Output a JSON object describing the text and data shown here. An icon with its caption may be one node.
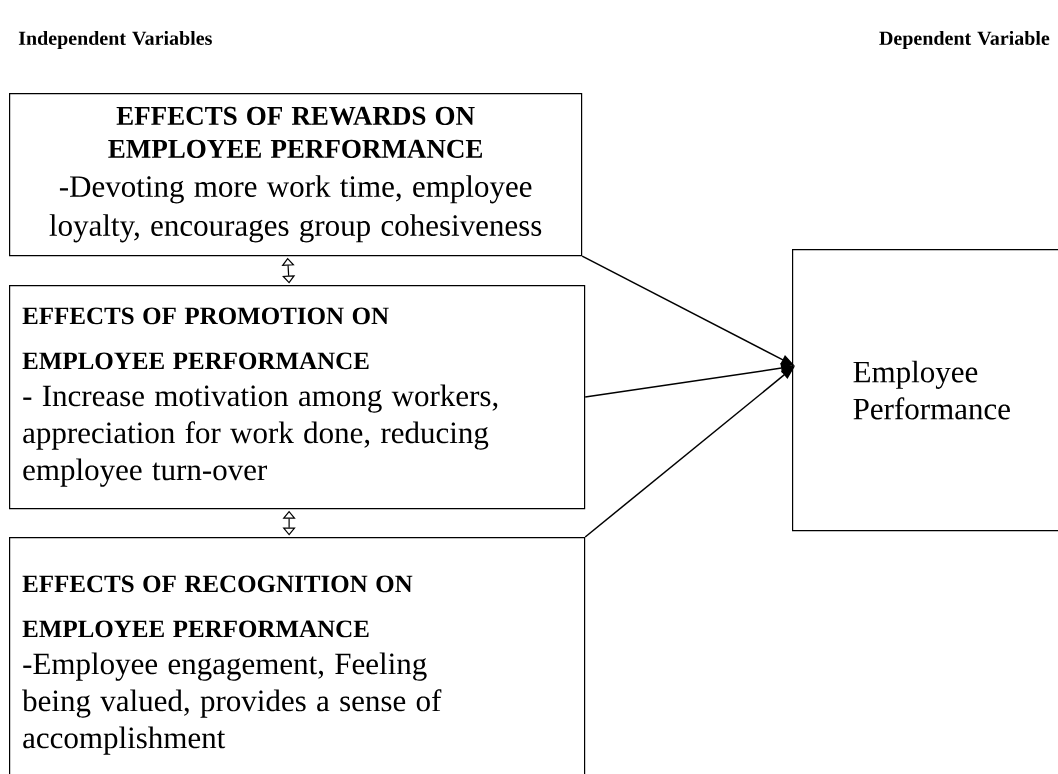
{
  "diagram": {
    "nodes": [
      {
        "text": [
          "EFFECTS OF REWARDS ON EMPLOYEE PERFORMANCE",
          "-Devoting more work time, employee loyalty, encourages group cohesiveness"
        ]
      },
      {
        "text": [
          "EFFECTS OF PROMOTION ON EMPLOYEE PERFORMANCE",
          "- Increase motivation among workers, appreciation for work done, reducing employee turn-over"
        ]
      },
      {
        "text": [
          "EFFECTS OF RECOGNITION ON EMPLOYEE PERFORMANCE",
          "-Employee engagement, Feeling being valued, provides a sense of accomplishment"
        ]
      },
      {
        "text": [
          "Employee Performance"
        ]
      }
    ],
    "edges": [
      {
        "from": 0,
        "to": 1,
        "arrow": "both"
      },
      {
        "from": 1,
        "to": 2,
        "arrow": "both"
      },
      {
        "from": 0,
        "to": 3,
        "arrow": "to"
      },
      {
        "from": 1,
        "to": 3,
        "arrow": "to"
      },
      {
        "from": 2,
        "to": 3,
        "arrow": "to"
      }
    ],
    "labels": [
      "Independent Variables",
      "Dependent Variable"
    ]
  }
}
